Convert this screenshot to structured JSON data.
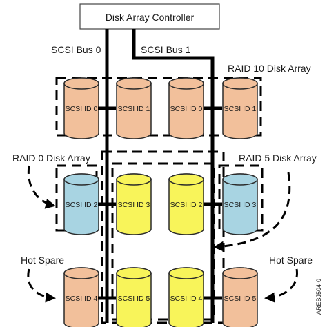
{
  "controller": {
    "label": "Disk Array Controller"
  },
  "buses": {
    "bus0": "SCSI Bus 0",
    "bus1": "SCSI Bus 1"
  },
  "arrays": {
    "raid10": "RAID 10 Disk Array",
    "raid0": "RAID 0 Disk Array",
    "raid5": "RAID 5 Disk Array",
    "hot_spare_left": "Hot Spare",
    "hot_spare_right": "Hot Spare"
  },
  "disks": [
    {
      "id": "disk-r1-c1",
      "label": "SCSI ID 0",
      "color": "#f2c09b"
    },
    {
      "id": "disk-r1-c2",
      "label": "SCSI ID 1",
      "color": "#f2c09b"
    },
    {
      "id": "disk-r1-c3",
      "label": "SCSI ID 0",
      "color": "#f2c09b"
    },
    {
      "id": "disk-r1-c4",
      "label": "SCSI ID 1",
      "color": "#f2c09b"
    },
    {
      "id": "disk-r2-c1",
      "label": "SCSI ID 2",
      "color": "#a8d4e2"
    },
    {
      "id": "disk-r2-c2",
      "label": "SCSI ID 3",
      "color": "#f8f45a"
    },
    {
      "id": "disk-r2-c3",
      "label": "SCSI ID 2",
      "color": "#f8f45a"
    },
    {
      "id": "disk-r2-c4",
      "label": "SCSI ID 3",
      "color": "#a8d4e2"
    },
    {
      "id": "disk-r3-c1",
      "label": "SCSI ID 4",
      "color": "#f2c09b"
    },
    {
      "id": "disk-r3-c2",
      "label": "SCSI ID 5",
      "color": "#f8f45a"
    },
    {
      "id": "disk-r3-c3",
      "label": "SCSI ID 4",
      "color": "#f8f45a"
    },
    {
      "id": "disk-r3-c4",
      "label": "SCSI ID 5",
      "color": "#f2c09b"
    }
  ],
  "figure_code": "AREBJ504-0"
}
